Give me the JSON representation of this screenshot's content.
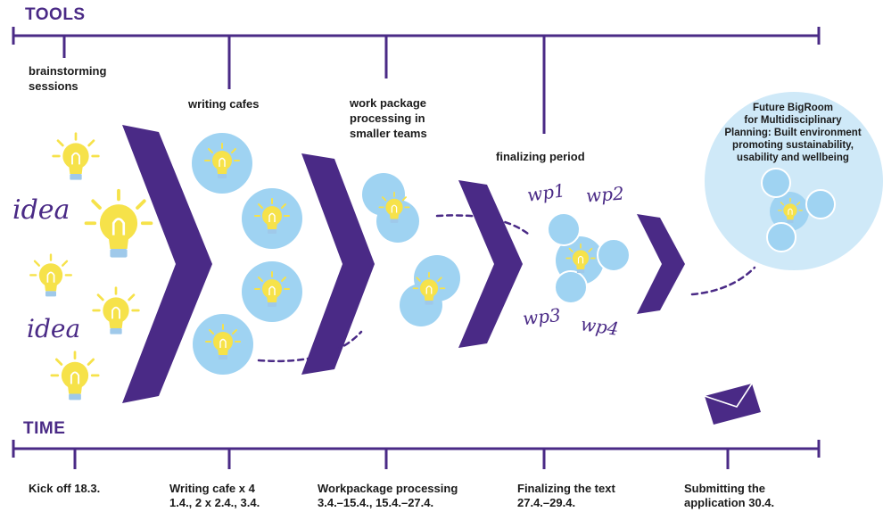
{
  "colors": {
    "purple": "#4a2a86",
    "light_blue": "#9fd3f2",
    "pale_blue": "#cfe9f8",
    "bulb_yellow": "#f6e24a"
  },
  "tools": {
    "heading": "TOOLS",
    "items": [
      {
        "label": "brainstorming\nsessions"
      },
      {
        "label": "writing cafes"
      },
      {
        "label": "work package\nprocessing in\nsmaller teams"
      },
      {
        "label": "finalizing period"
      }
    ]
  },
  "ideas": {
    "word1": "idea",
    "word2": "idea"
  },
  "work_packages": {
    "wp1": "wp1",
    "wp2": "wp2",
    "wp3": "wp3",
    "wp4": "wp4"
  },
  "goal": {
    "text": "Future BigRoom\nfor Multidisciplinary\nPlanning: Built environment\npromoting sustainability,\nusability and wellbeing",
    "icon": "envelope-icon"
  },
  "time": {
    "heading": "TIME",
    "items": [
      {
        "label": "Kick off 18.3."
      },
      {
        "label": "Writing cafe x 4\n1.4., 2 x 2.4., 3.4."
      },
      {
        "label": "Workpackage processing\n3.4.–15.4., 15.4.–27.4."
      },
      {
        "label": "Finalizing the text\n27.4.–29.4."
      },
      {
        "label": "Submitting the\napplication 30.4."
      }
    ]
  }
}
